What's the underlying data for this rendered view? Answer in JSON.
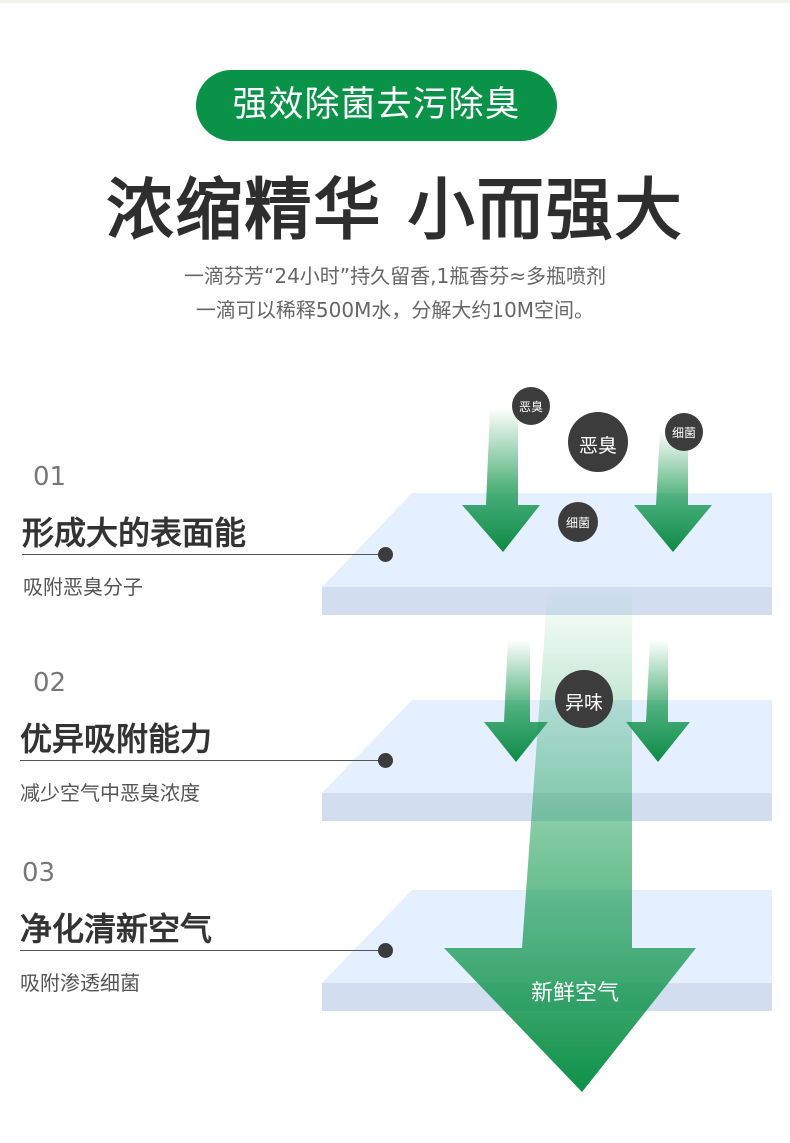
{
  "header": {
    "pill_label": "强效除菌去污除臭",
    "headline": "浓缩精华 小而强大",
    "sub1": "一滴芬芳“24小时”持久留香,1瓶香芬≈多瓶喷剂",
    "sub2": "一滴可以稀释500M水，分解大约10M空间。"
  },
  "steps": [
    {
      "num": "01",
      "title": "形成大的表面能",
      "desc": "吸附恶臭分子"
    },
    {
      "num": "02",
      "title": "优异吸附能力",
      "desc": "减少空气中恶臭浓度"
    },
    {
      "num": "03",
      "title": "净化清新空气",
      "desc": "吸附渗透细菌"
    }
  ],
  "bubbles": {
    "b1": "恶臭",
    "b2": "恶臭",
    "b3": "细菌",
    "b4": "细菌",
    "b5": "异味"
  },
  "fresh_air": "新鲜空气",
  "colors": {
    "brand_green": "#0a9248",
    "layer_blue": "#e4efff",
    "bubble_dark": "#3c3c3c"
  }
}
